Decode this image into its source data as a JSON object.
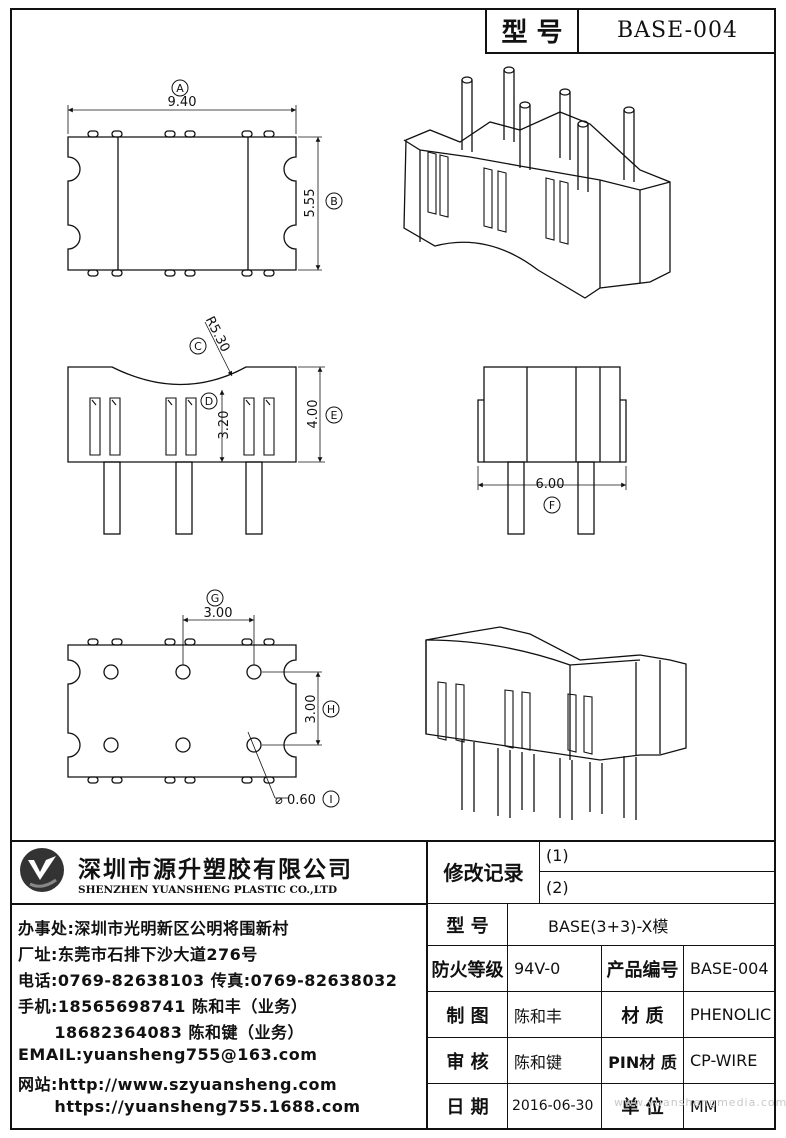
{
  "title_block": {
    "label": "型 号",
    "value": "BASE-004"
  },
  "dims": {
    "a_mark": "A",
    "a_val": "9.40",
    "b_mark": "B",
    "b_val": "5.55",
    "c_mark": "C",
    "c_val": "R5.30",
    "d_mark": "D",
    "d_val": "3.20",
    "e_mark": "E",
    "e_val": "4.00",
    "f_mark": "F",
    "f_val": "6.00",
    "g_mark": "G",
    "g_val": "3.00",
    "h_mark": "H",
    "h_val": "3.00",
    "i_mark": "I",
    "i_val": "⌀ 0.60"
  },
  "company": {
    "name_cn": "深圳市源升塑胶有限公司",
    "name_en": "SHENZHEN YUANSHENG PLASTIC CO.,LTD",
    "lines": [
      "办事处:深圳市光明新区公明将围新村",
      "厂址:东莞市石排下沙大道276号",
      "电话:0769-82638103 传真:0769-82638032",
      "手机:18565698741 陈和丰（业务）",
      "      18682364083 陈和键（业务）",
      "EMAIL:yuansheng755@163.com",
      "网站:http://www.szyuansheng.com",
      "      https://yuansheng755.1688.com"
    ]
  },
  "revisions": {
    "label": "修改记录",
    "r1": "(1)",
    "r2": "(2)"
  },
  "specs": {
    "model_label": "型 号",
    "model_value": "BASE(3+3)-X模",
    "fire_label": "防火等级",
    "fire_value": "94V-0",
    "code_label": "产品编号",
    "code_value": "BASE-004",
    "draw_label": "制 图",
    "draw_value": "陈和丰",
    "material_label": "材 质",
    "material_value": "PHENOLIC",
    "review_label": "审 核",
    "review_value": "陈和键",
    "pin_label": "PIN材 质",
    "pin_value": "CP-WIRE",
    "date_label": "日 期",
    "date_value": "2016-06-30",
    "unit_label": "单 位",
    "unit_value": "MM"
  },
  "watermark": "www.yuanshengmedia.com"
}
